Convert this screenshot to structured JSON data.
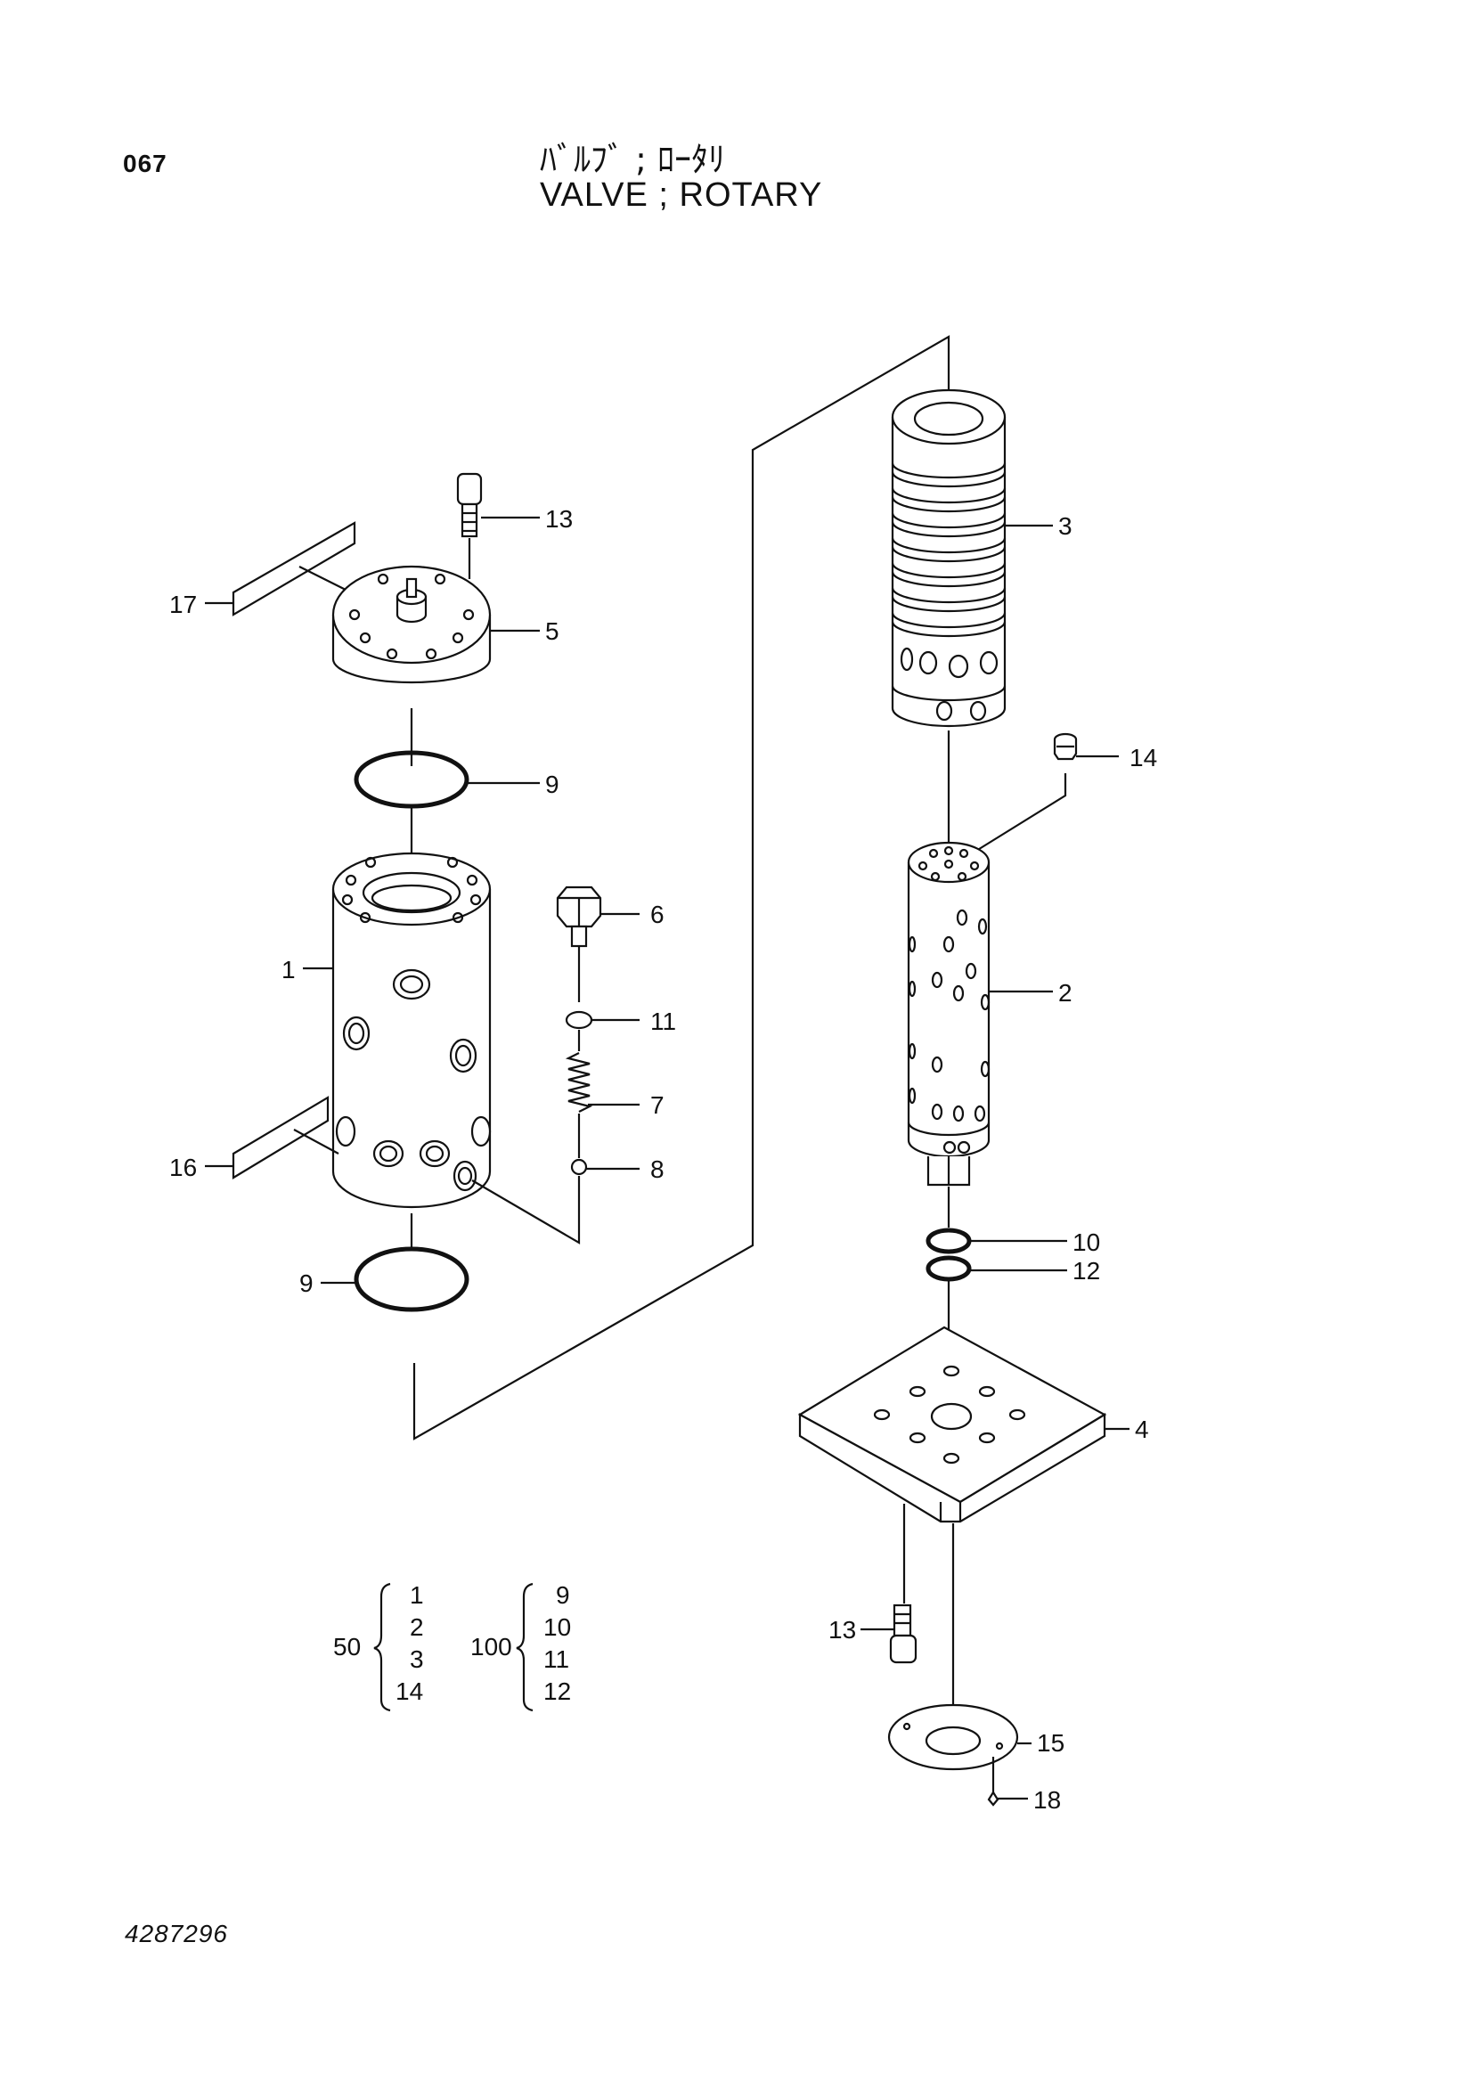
{
  "header": {
    "page_number": "067",
    "title_jp": "ﾊﾞﾙﾌﾞ ; ﾛｰﾀﾘ",
    "title_en": "VALVE ; ROTARY"
  },
  "footer": {
    "drawing_number": "4287296"
  },
  "callouts": {
    "p1": "1",
    "p2": "2",
    "p3": "3",
    "p4": "4",
    "p5": "5",
    "p6": "6",
    "p7": "7",
    "p8": "8",
    "p9a": "9",
    "p9b": "9",
    "p10": "10",
    "p11": "11",
    "p12": "12",
    "p13a": "13",
    "p13b": "13",
    "p14": "14",
    "p15": "15",
    "p16": "16",
    "p17": "17",
    "p18": "18"
  },
  "kits": [
    {
      "kit": "50",
      "parts": [
        "1",
        "2",
        "3",
        "14"
      ]
    },
    {
      "kit": "100",
      "parts": [
        "9",
        "10",
        "11",
        "12"
      ]
    }
  ]
}
